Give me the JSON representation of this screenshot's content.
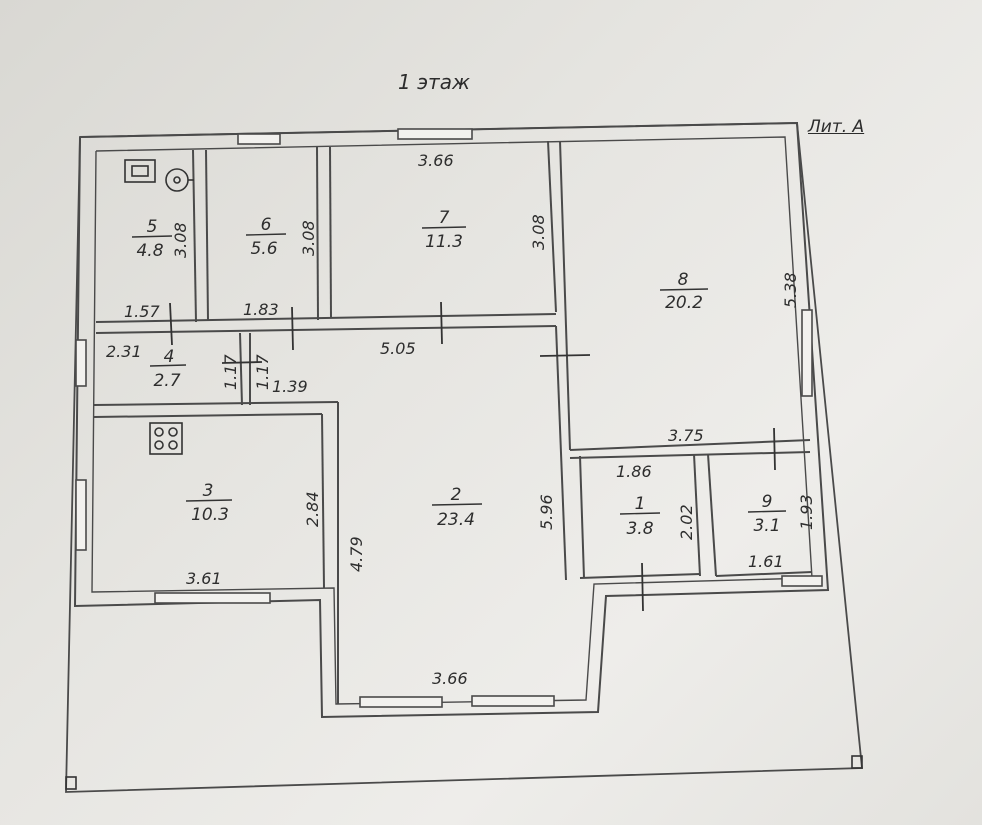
{
  "header": {
    "title": "1 этаж",
    "litera": "Лит. А"
  },
  "rooms": [
    {
      "id": "r5",
      "num": "5",
      "area": "4.8"
    },
    {
      "id": "r6",
      "num": "6",
      "area": "5.6"
    },
    {
      "id": "r7",
      "num": "7",
      "area": "11.3"
    },
    {
      "id": "r8",
      "num": "8",
      "area": "20.2"
    },
    {
      "id": "r4",
      "num": "4",
      "area": "2.7"
    },
    {
      "id": "r3",
      "num": "3",
      "area": "10.3"
    },
    {
      "id": "r2",
      "num": "2",
      "area": "23.4"
    },
    {
      "id": "r1",
      "num": "1",
      "area": "3.8"
    },
    {
      "id": "r9",
      "num": "9",
      "area": "3.1"
    }
  ],
  "dimensions": {
    "r5_h": "3.08",
    "r5_w": "1.57",
    "r6_h": "3.08",
    "r6_w": "1.83",
    "r7_top": "3.66",
    "r7_h": "3.08",
    "r8_h": "5.38",
    "r8_w": "3.75",
    "corr_w": "5.05",
    "r4_w": "2.31",
    "r4_a": "1.17",
    "r4_b": "1.17",
    "r4_c": "1.39",
    "r3_h": "2.84",
    "r3_w": "3.61",
    "r2_left": "4.79",
    "r2_right": "5.96",
    "r2_bottom": "3.66",
    "r1_w": "1.86",
    "r1_h": "2.02",
    "r9_h": "1.93",
    "r9_w": "1.61"
  }
}
